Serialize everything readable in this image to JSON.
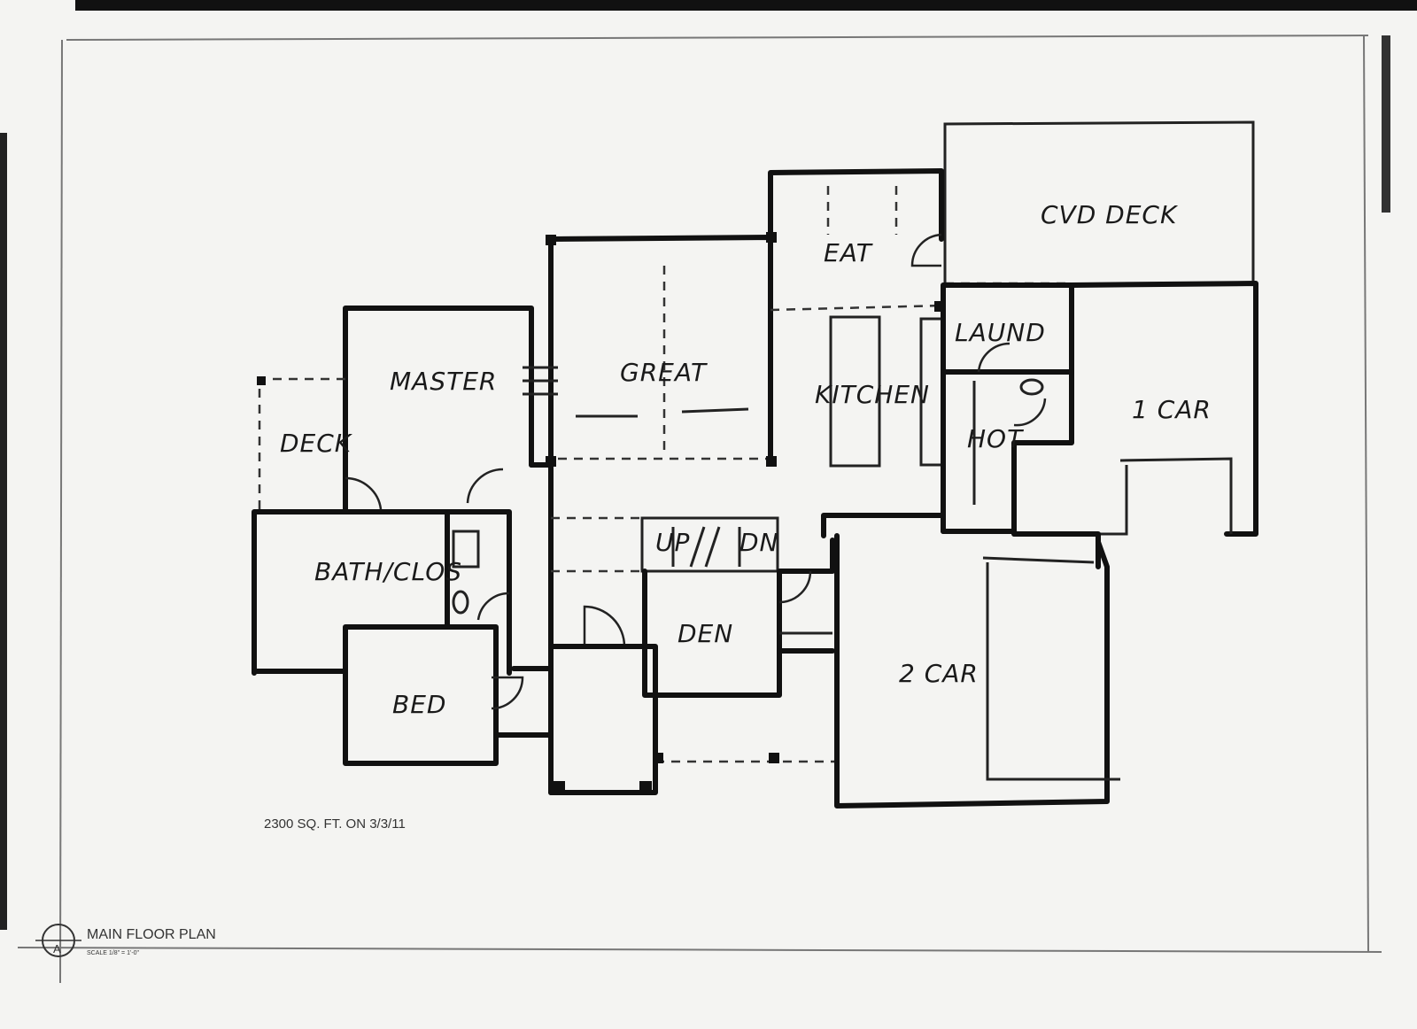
{
  "sheet": {
    "title": "MAIN FLOOR PLAN",
    "scale": "SCALE 1/8\" = 1'-0\"",
    "marker": "A",
    "note": "2300 SQ. FT. ON 3/3/11"
  },
  "rooms": {
    "cvd_deck": "CVD DECK",
    "eat": "EAT",
    "great": "GREAT",
    "kitchen": "KITCHEN",
    "laund": "LAUND",
    "mud": "HOT",
    "one_car": "1 CAR",
    "master": "MASTER",
    "deck": "DECK",
    "bath": "BATH/CLOS",
    "bed": "BED",
    "den": "DEN",
    "two_car": "2 CAR",
    "stair_up": "UP",
    "stair_dn": "DN"
  },
  "colors": {
    "paper": "#f4f4f2",
    "ink": "#111111"
  }
}
